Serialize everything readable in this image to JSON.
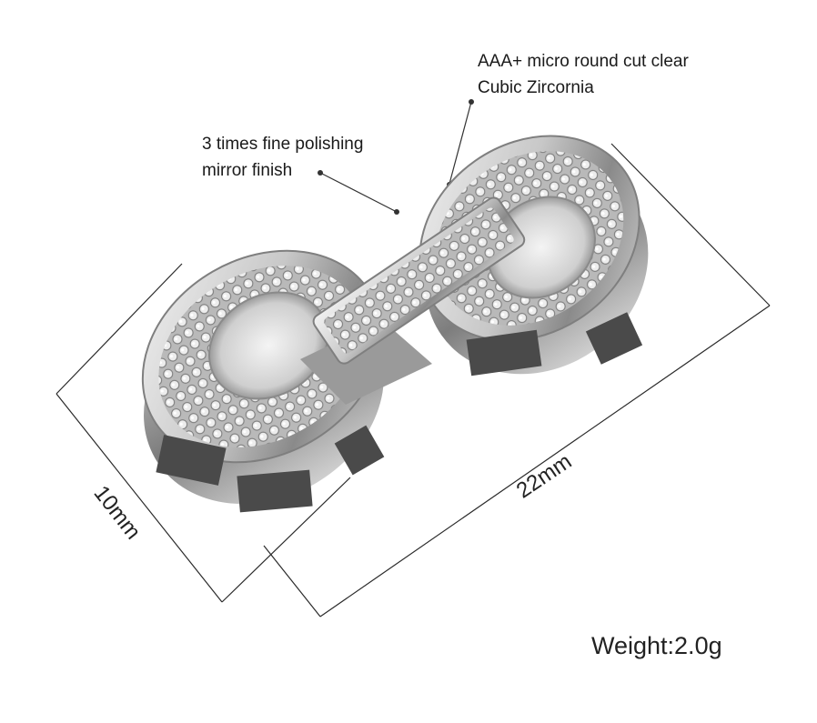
{
  "annotations": {
    "zircon_line1": "AAA+ micro round cut clear",
    "zircon_line2": "Cubic Zircornia",
    "polish_line1": "3 times fine polishing",
    "polish_line2": "mirror finish"
  },
  "dimensions": {
    "width": "10mm",
    "length": "22mm"
  },
  "weight": "Weight:2.0g",
  "colors": {
    "metal_light": "#e6e6e6",
    "metal_dark": "#6f6f6f",
    "text": "#1a1a1a"
  }
}
